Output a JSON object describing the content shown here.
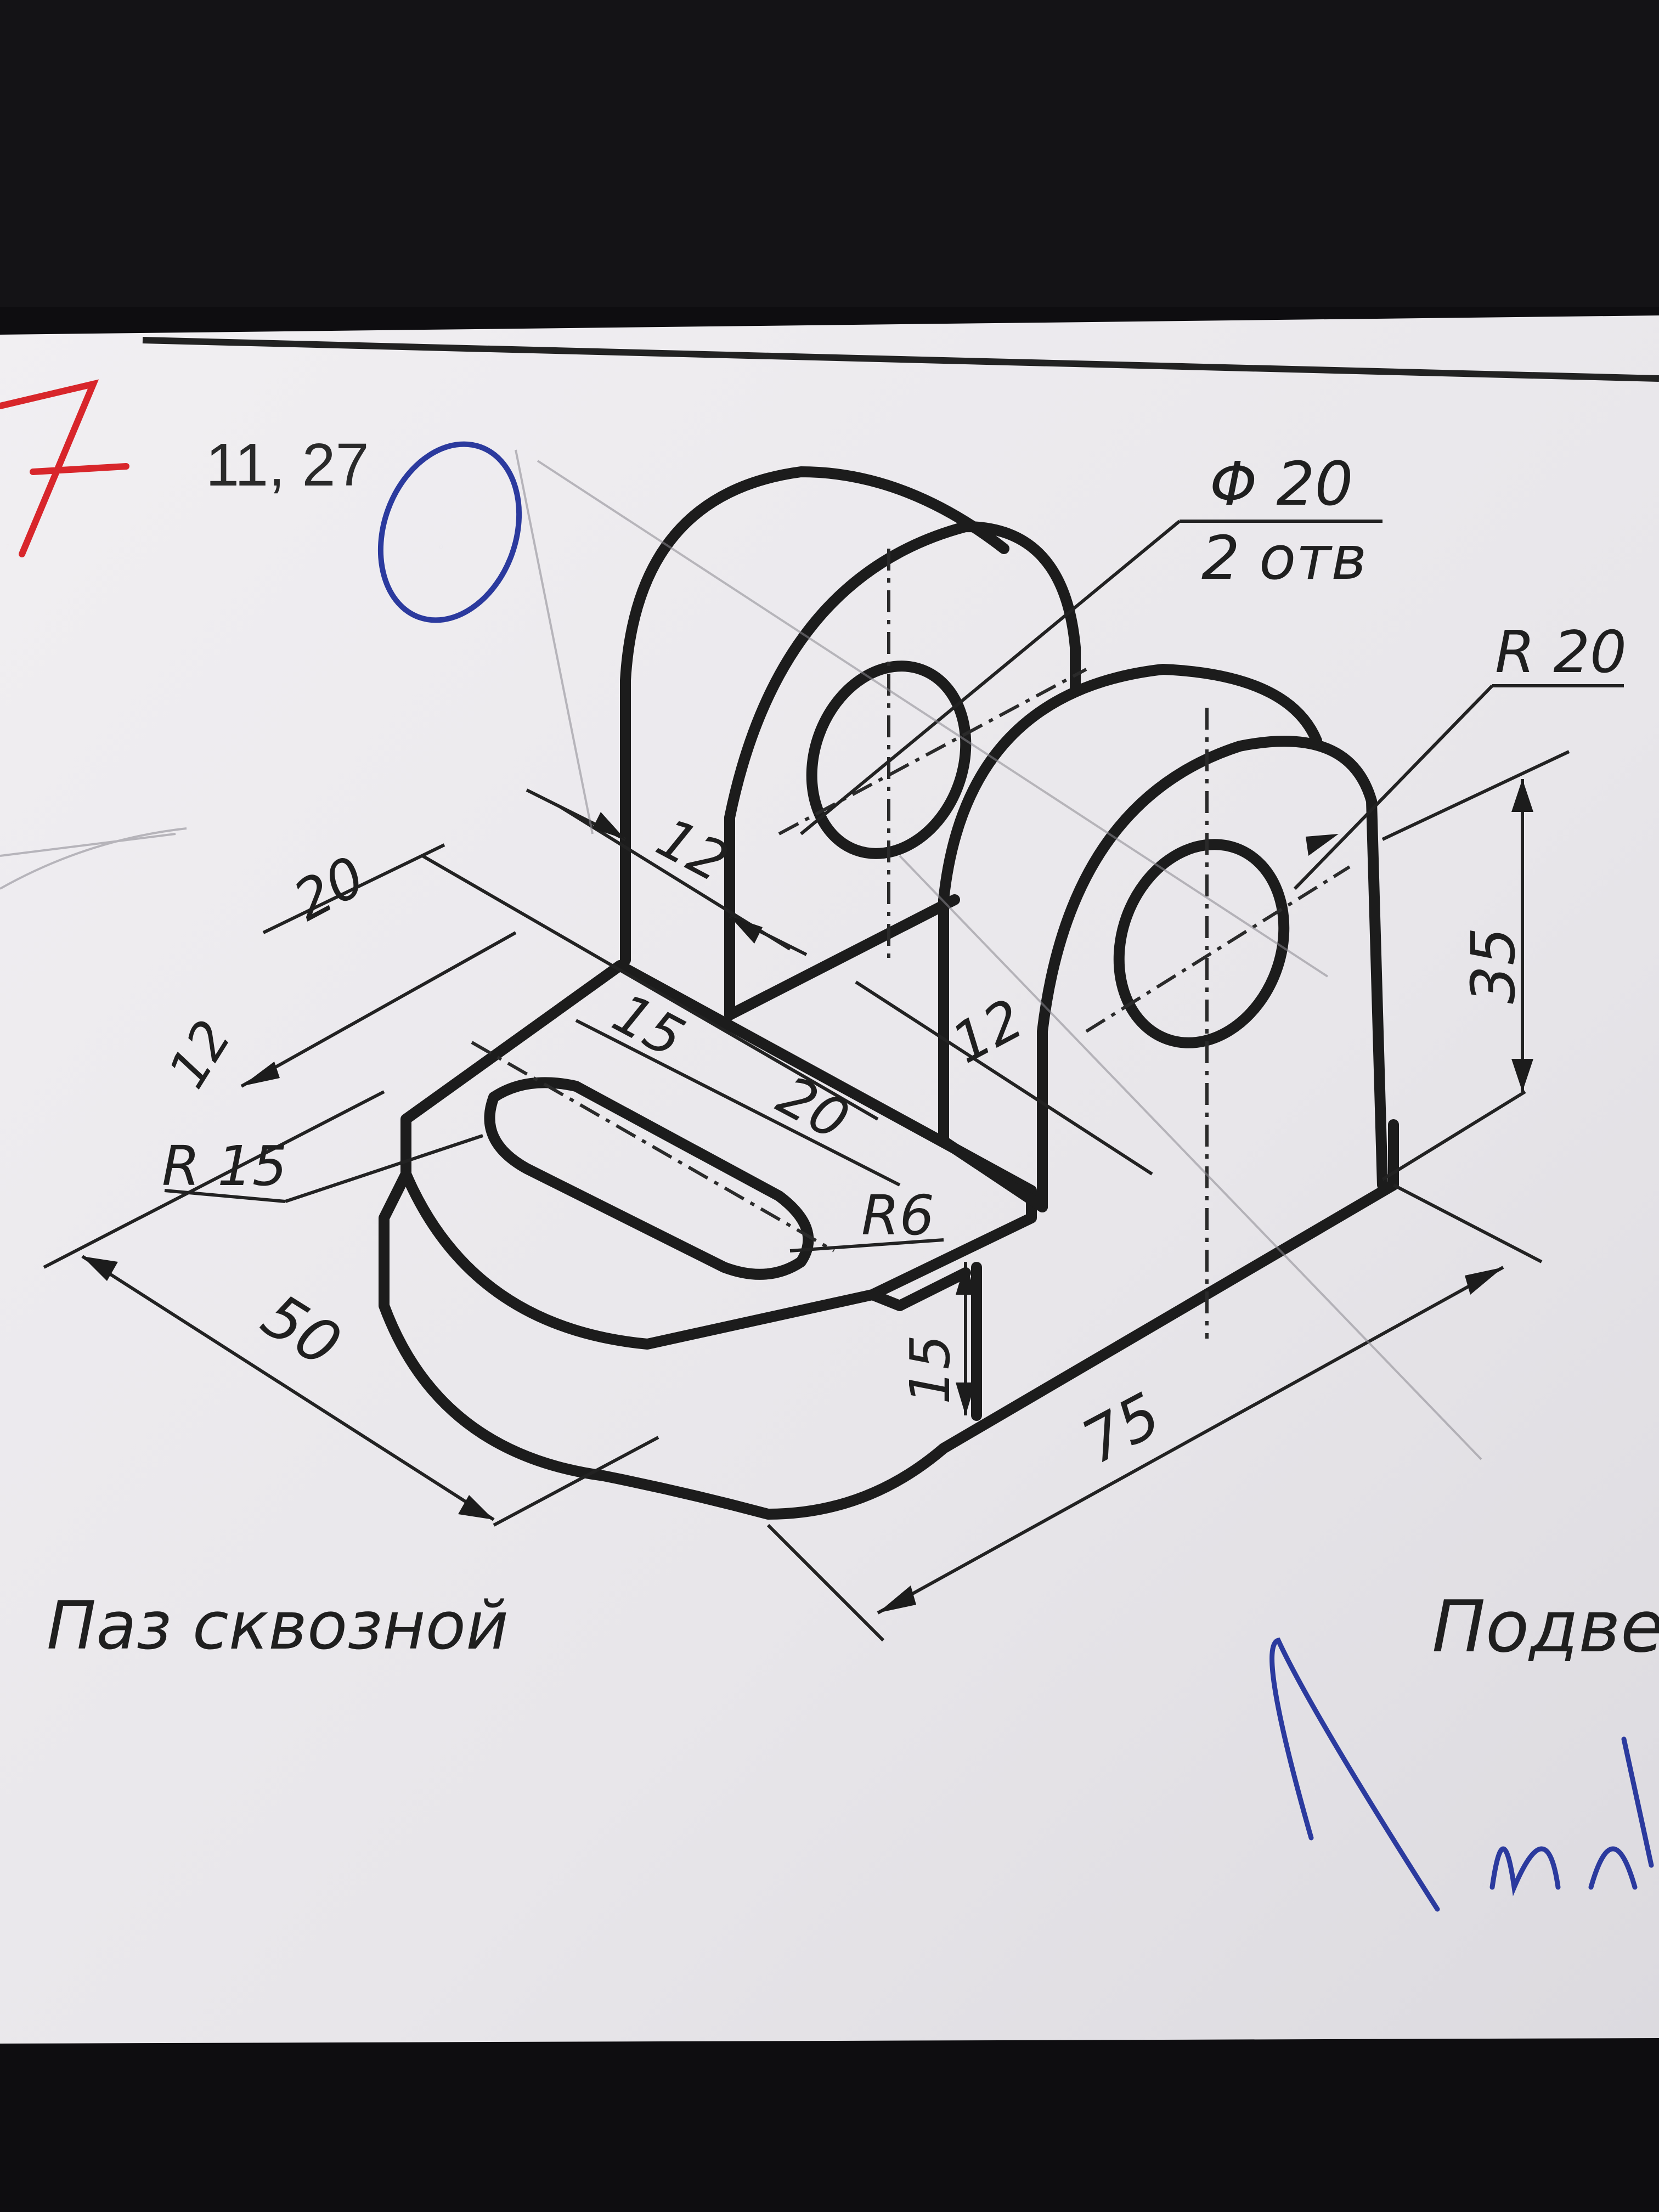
{
  "header": {
    "number_label": "11, 27"
  },
  "dimensions": {
    "hole_diameter": "Φ 20",
    "hole_count": "2 отв",
    "radius_top": "R 20",
    "height_35": "35",
    "thickness_left": "12",
    "thickness_right": "12",
    "dim_20_left": "20",
    "dim_12_side": "12",
    "dim_15_slot": "15",
    "dim_20_slot": "20",
    "radius_r15": "R 15",
    "radius_r6": "R6",
    "depth_50": "50",
    "height_15": "15",
    "length_75": "75"
  },
  "captions": {
    "slot_note": "Паз сквозной",
    "part_name_partial": "Подве"
  },
  "handwriting": {
    "red_mark": "7",
    "blue_circle_mark": "O",
    "blue_bottom": "1 и",
    "red_color": "#d8262b",
    "blue_color": "#2b3a9e"
  },
  "colors": {
    "paper": "#ebe9ec",
    "ink": "#1f1f1f",
    "background": "#0e0d10"
  }
}
